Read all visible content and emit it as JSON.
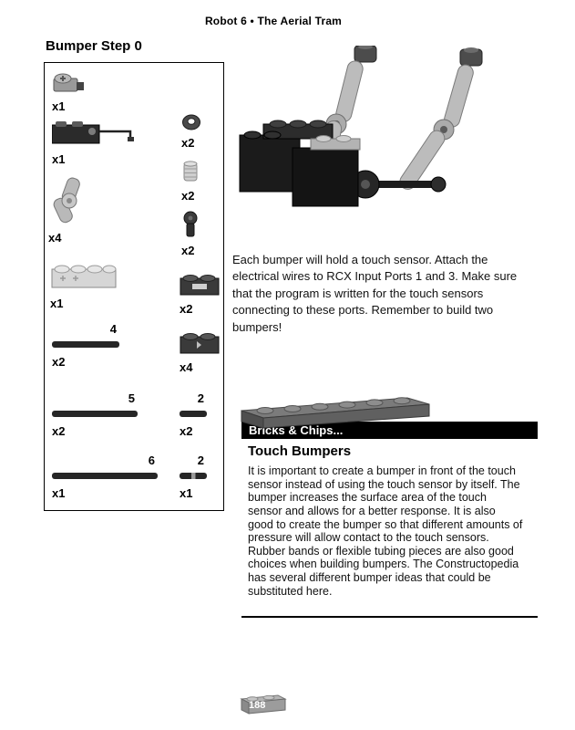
{
  "page": {
    "header": "Robot 6 • The Aerial Tram",
    "page_number": "188"
  },
  "step": {
    "title": "Bumper Step 0"
  },
  "parts": {
    "left": [
      {
        "name": "sensor-cap",
        "count": "x1"
      },
      {
        "name": "touch-sensor-with-wire",
        "count": "x1"
      },
      {
        "name": "angle-connector",
        "count": "x4"
      },
      {
        "name": "light-gray-brick",
        "count": "x1"
      },
      {
        "name": "axle",
        "length": "4",
        "count": "x2"
      },
      {
        "name": "axle",
        "length": "5",
        "count": "x2"
      },
      {
        "name": "axle",
        "length": "6",
        "count": "x1"
      }
    ],
    "right": [
      {
        "name": "half-bushing",
        "count": "x2"
      },
      {
        "name": "bushing",
        "count": "x2"
      },
      {
        "name": "friction-pin",
        "count": "x2"
      },
      {
        "name": "dark-brick-slot",
        "count": "x2"
      },
      {
        "name": "dark-brick-clip",
        "count": "x4"
      },
      {
        "name": "axle",
        "length": "2",
        "count": "x2"
      },
      {
        "name": "axle",
        "length": "2",
        "count": "x1"
      }
    ]
  },
  "main_text": "Each bumper will hold a touch sensor. Attach the electrical wires to RCX Input Ports 1 and 3. Make sure that the program is written for the touch sensors connecting to these ports. Remember to build two bumpers!",
  "sidebar": {
    "banner": "Bricks & Chips...",
    "heading": "Touch Bumpers",
    "body": "It is important to create a bumper in front of the touch sensor instead of using the touch sensor by itself. The bumper increases the surface area of the touch sensor and allows for a better response. It is also good to create the bumper so that different amounts of pressure will allow contact to the touch sensors. Rubber bands or flexible tubing pieces are also good choices when building bumpers. The Constructopedia has several different bumper ideas that could be substituted here."
  },
  "colors": {
    "banner_bg": "#000000",
    "banner_text": "#ffffff",
    "brick_dark": "#3a3a3a",
    "brick_light": "#c9c9c9"
  }
}
